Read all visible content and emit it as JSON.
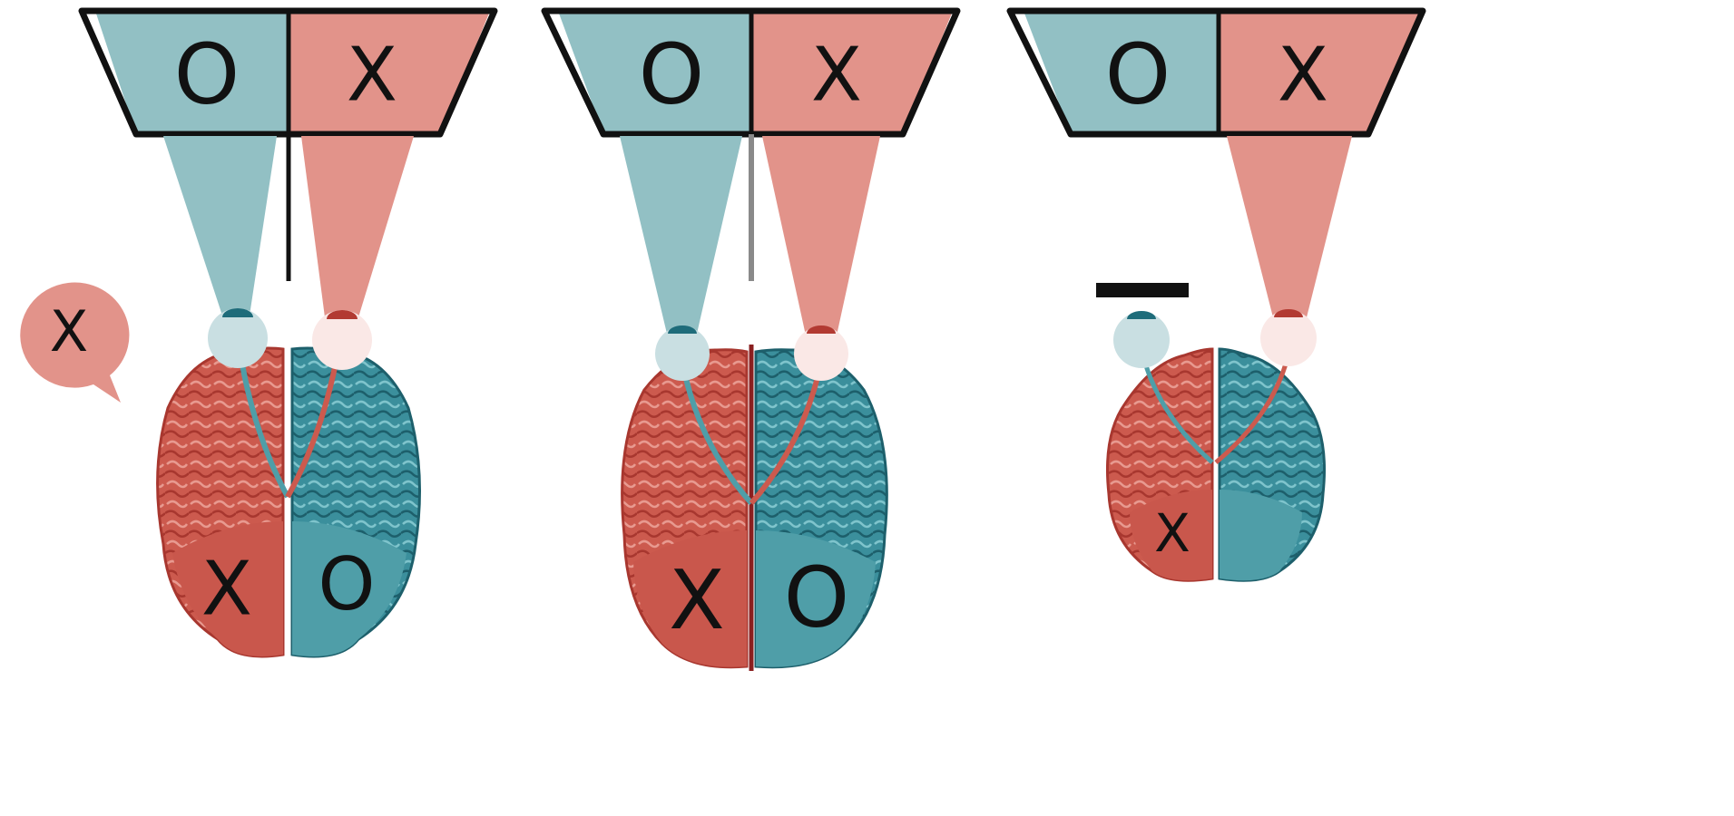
{
  "colors": {
    "teal": "#92c0c4",
    "teal_dark": "#1e6c7a",
    "teal_brain": "#3b8f9c",
    "teal_lobe": "#4f9ea8",
    "pink": "#e2938a",
    "red_brain": "#cc5a4e",
    "red_lobe": "#c9574c",
    "red_dark": "#b23a32",
    "eye_teal": "#c9dfe2",
    "eye_pink": "#fae8e6",
    "outline": "#111111"
  },
  "panels": [
    {
      "id": "left",
      "screen_left_symbol": "O",
      "screen_right_symbol": "X",
      "left_lobe_symbol": "X",
      "right_lobe_symbol": "O",
      "left_eye_bar": false,
      "speech_bubble_symbol": "X",
      "brain_scale": "medium"
    },
    {
      "id": "middle",
      "screen_left_symbol": "O",
      "screen_right_symbol": "X",
      "left_lobe_symbol": "X",
      "right_lobe_symbol": "O",
      "left_eye_bar": false,
      "speech_bubble_symbol": "",
      "brain_scale": "large"
    },
    {
      "id": "right",
      "screen_left_symbol": "O",
      "screen_right_symbol": "X",
      "left_lobe_symbol": "X",
      "right_lobe_symbol": "",
      "left_eye_bar": true,
      "speech_bubble_symbol": "",
      "brain_scale": "small"
    }
  ]
}
